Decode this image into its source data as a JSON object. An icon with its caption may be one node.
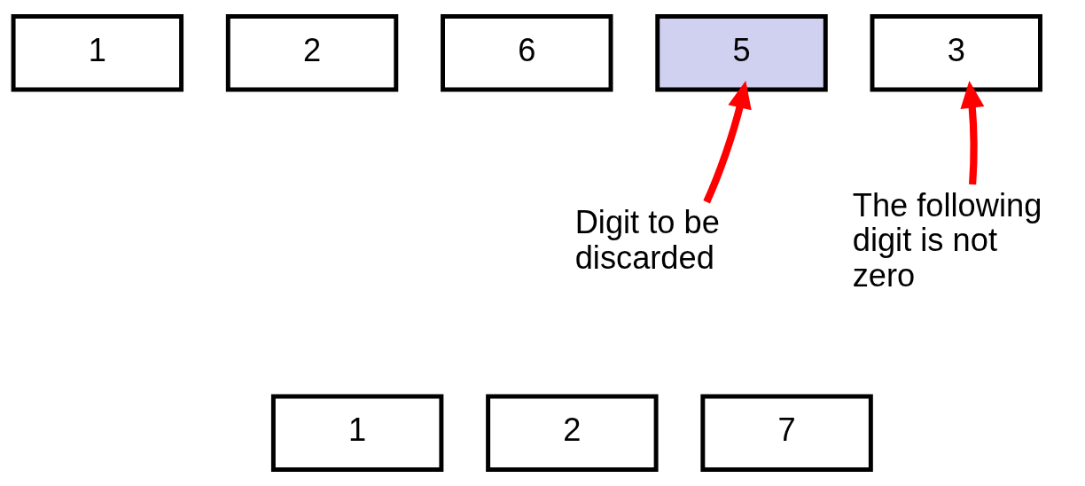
{
  "diagram": {
    "nodes": [
      {
        "text": [
          "1"
        ]
      },
      {
        "text": [
          "2"
        ]
      },
      {
        "text": [
          "6"
        ]
      },
      {
        "text": [
          "5"
        ]
      },
      {
        "text": [
          "3"
        ]
      },
      {
        "text": [
          "Digit to be discarded"
        ]
      },
      {
        "text": [
          "The following digit is not zero"
        ]
      },
      {
        "text": [
          "1"
        ]
      },
      {
        "text": [
          "2"
        ]
      },
      {
        "text": [
          "7"
        ]
      }
    ],
    "edges": [
      {
        "from": 5,
        "to": 3,
        "arrow": "to",
        "color": "#ff0000"
      },
      {
        "from": 6,
        "to": 4,
        "arrow": "to",
        "color": "#ff0000"
      }
    ]
  }
}
